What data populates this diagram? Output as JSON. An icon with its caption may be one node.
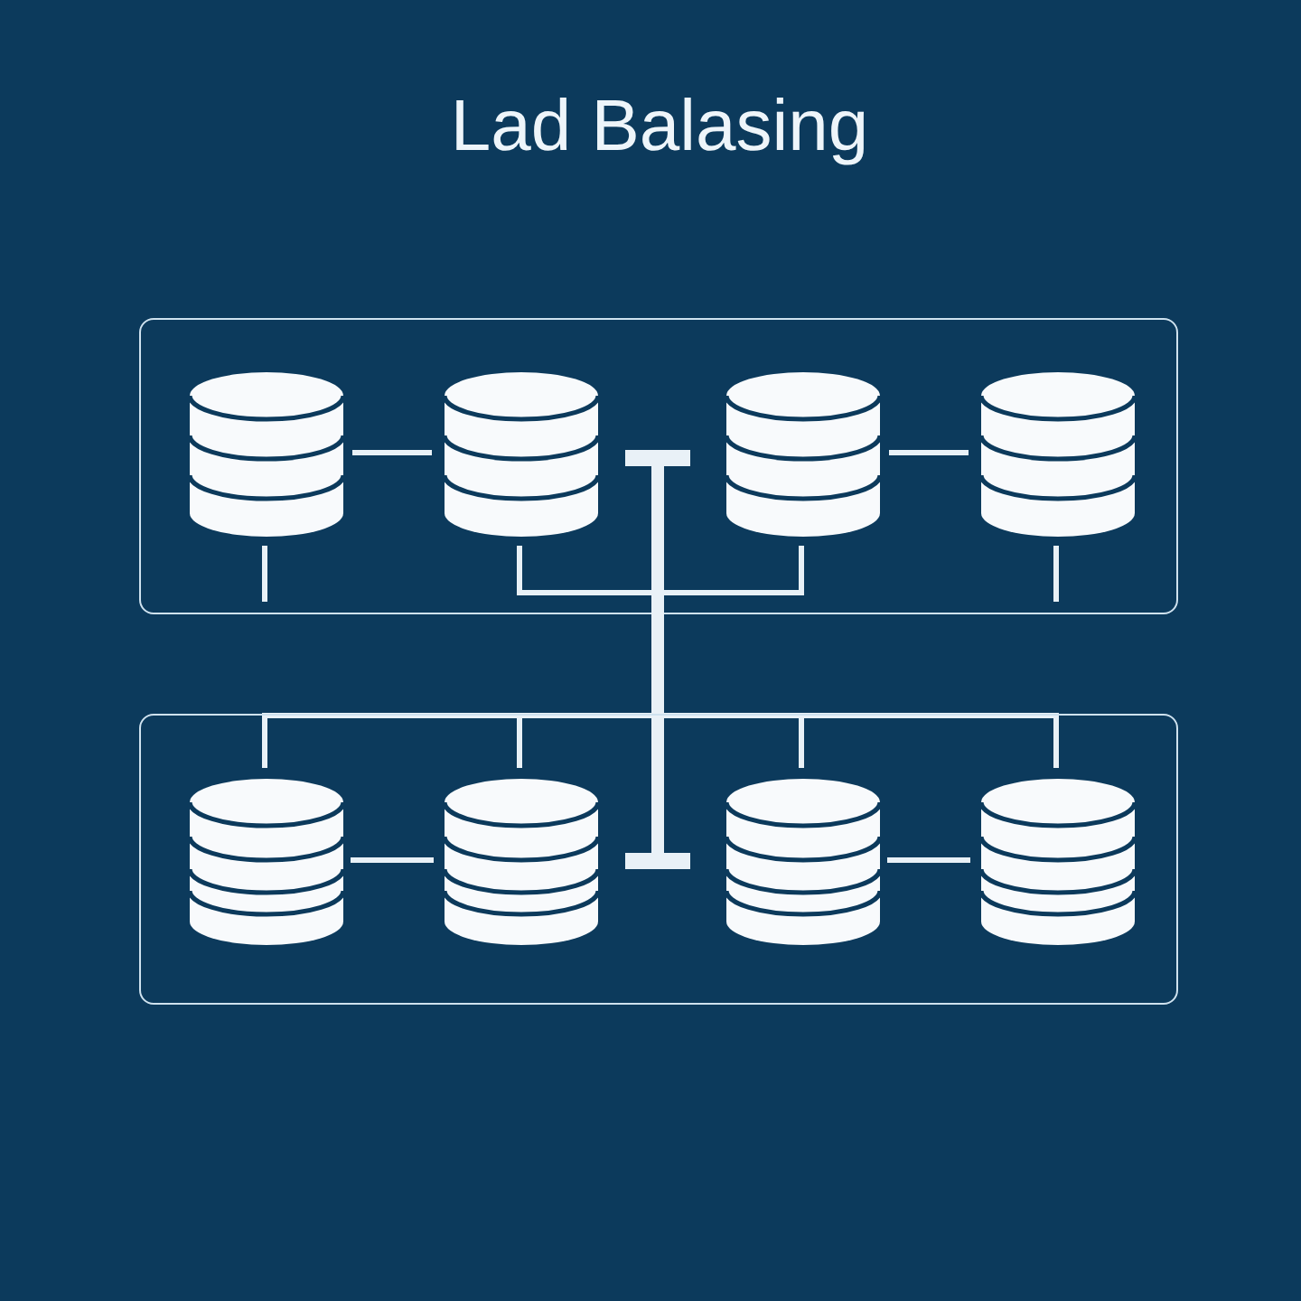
{
  "diagram": {
    "title": "Lad Balasing",
    "nodes": [
      {
        "text": [],
        "shape": "box"
      },
      {
        "text": [],
        "shape": "cylinder",
        "in": 0
      },
      {
        "text": [],
        "shape": "cylinder",
        "in": 0
      },
      {
        "text": [],
        "shape": "cylinder",
        "in": 0
      },
      {
        "text": [],
        "shape": "cylinder",
        "in": 0
      },
      {
        "text": [],
        "shape": "bar"
      },
      {
        "text": [],
        "shape": "box"
      },
      {
        "text": [],
        "shape": "cylinder",
        "in": 6
      },
      {
        "text": [],
        "shape": "cylinder",
        "in": 6
      },
      {
        "text": [],
        "shape": "cylinder",
        "in": 6
      },
      {
        "text": [],
        "shape": "cylinder",
        "in": 6
      }
    ],
    "edges": [
      {
        "from": 1,
        "to": 2,
        "arrow": "none"
      },
      {
        "from": 3,
        "to": 4,
        "arrow": "none"
      },
      {
        "from": 2,
        "to": 5,
        "arrow": "none"
      },
      {
        "from": 5,
        "to": 3,
        "arrow": "none"
      },
      {
        "from": 1,
        "to": null,
        "arrow": "none"
      },
      {
        "from": 4,
        "to": null,
        "arrow": "none"
      },
      {
        "from": 5,
        "to": 7,
        "arrow": "none"
      },
      {
        "from": 5,
        "to": 8,
        "arrow": "none"
      },
      {
        "from": 5,
        "to": 9,
        "arrow": "none"
      },
      {
        "from": 5,
        "to": 10,
        "arrow": "none"
      },
      {
        "from": 7,
        "to": 8,
        "arrow": "none"
      },
      {
        "from": 9,
        "to": 10,
        "arrow": "none"
      }
    ]
  }
}
